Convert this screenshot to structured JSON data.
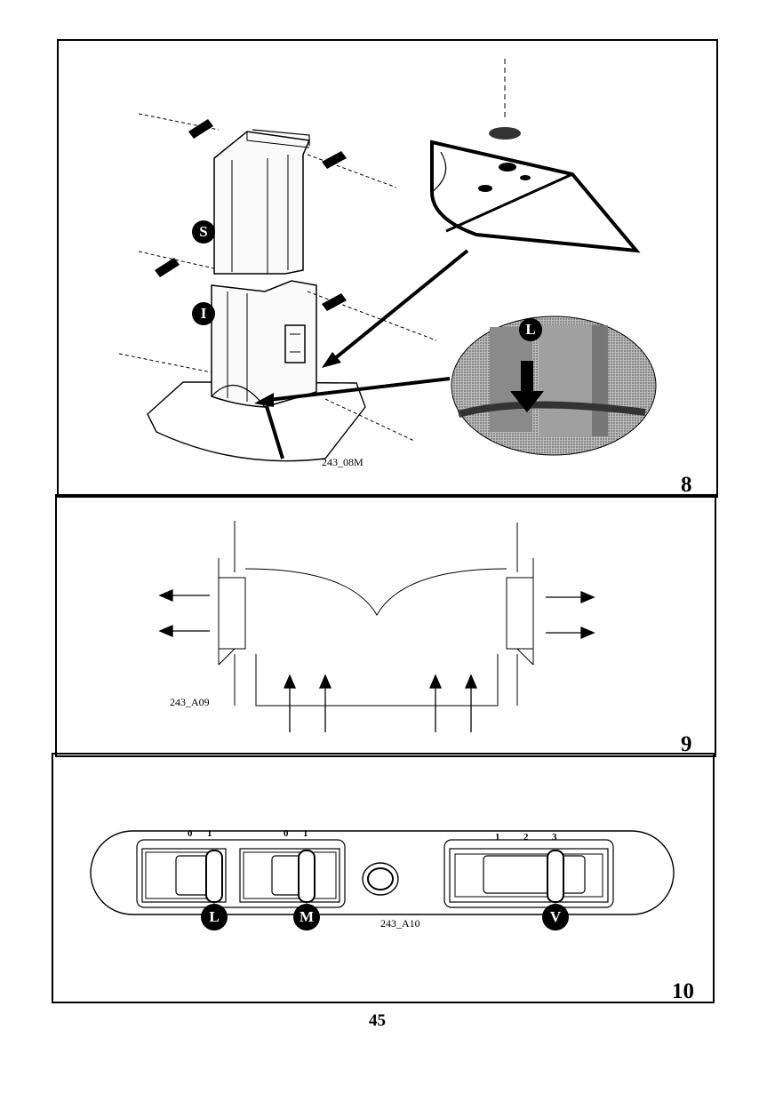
{
  "figures": [
    {
      "number": "8",
      "code": "243_08M",
      "labels": {
        "upper_duct": "S",
        "lower_duct": "I",
        "detail": "L"
      }
    },
    {
      "number": "9",
      "code": "243_A09"
    },
    {
      "number": "10",
      "code": "243_A10",
      "controls": {
        "light": {
          "label": "L",
          "positions": [
            "0",
            "1"
          ]
        },
        "motor": {
          "label": "M",
          "positions": [
            "0",
            "1"
          ]
        },
        "speed": {
          "label": "V",
          "positions": [
            "1",
            "2",
            "3"
          ]
        }
      }
    }
  ],
  "page_number": "45"
}
